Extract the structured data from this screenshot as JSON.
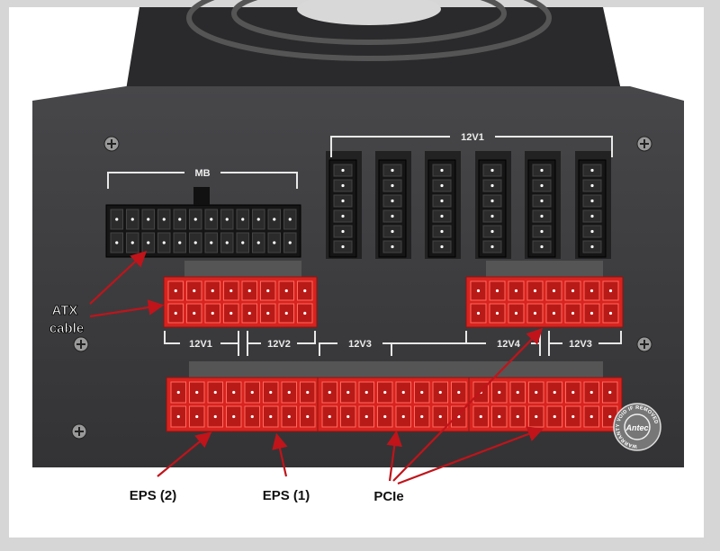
{
  "photo": {
    "panel_labels": {
      "mb": "MB",
      "top_rail": "12V1",
      "rail_12v1": "12V1",
      "rail_12v2": "12V2",
      "rail_12v3_left": "12V3",
      "rail_12v4": "12V4",
      "rail_12v3_right": "12V3"
    },
    "sticker": {
      "brand": "Antec",
      "text": "WARRANTY VOID IF REMOVED"
    }
  },
  "annotations": {
    "atx_line1": "ATX",
    "atx_line2": "cable",
    "eps2": "EPS (2)",
    "eps1": "EPS (1)",
    "pcie": "PCIe"
  },
  "colors": {
    "arrow": "#c0141a",
    "connector_red": "#d8231f",
    "panel": "#3b3b3d"
  }
}
